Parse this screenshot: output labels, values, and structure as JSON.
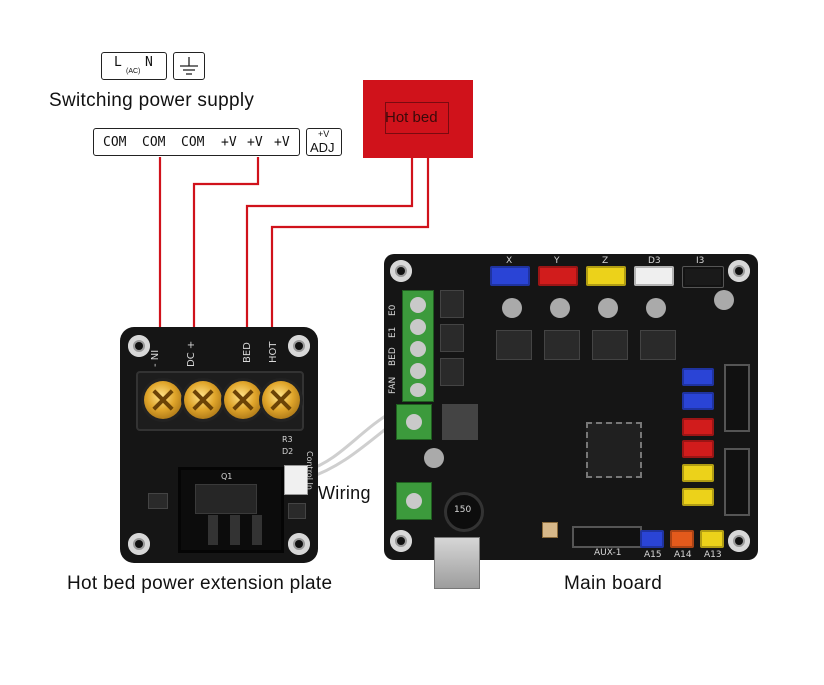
{
  "power_supply": {
    "ac_label_l": "L",
    "ac_label_n": "N",
    "ac_sub": "(AC)",
    "ground_icon": "ground-icon",
    "title": "Switching power supply",
    "terminals": [
      "COM",
      "COM",
      "COM",
      "+V",
      "+V",
      "+V"
    ],
    "adj_top": "+V",
    "adj_bottom": "ADJ"
  },
  "hot_bed": {
    "label": "Hot bed",
    "color": "#d0121b"
  },
  "extension_plate": {
    "title": "Hot bed power extension plate",
    "terminal_labels": [
      "- NI",
      "DC +",
      "BED",
      "HOT"
    ],
    "silk_q1": "Q1",
    "silk_r3": "R3",
    "silk_d2": "D2",
    "silk_control": "Control In"
  },
  "wiring": {
    "label": "Wiring",
    "wire_color": "#d0121b"
  },
  "main_board": {
    "title": "Main board",
    "connector_labels": [
      "X",
      "Y",
      "Z",
      "D3",
      "I3"
    ],
    "silk_aux": "AUX-1",
    "silk_a15": "A15",
    "silk_a14": "A14",
    "silk_a13": "A13",
    "inductor_label": "150",
    "side_labels": [
      "E0",
      "E1",
      "BED",
      "FAN"
    ]
  }
}
